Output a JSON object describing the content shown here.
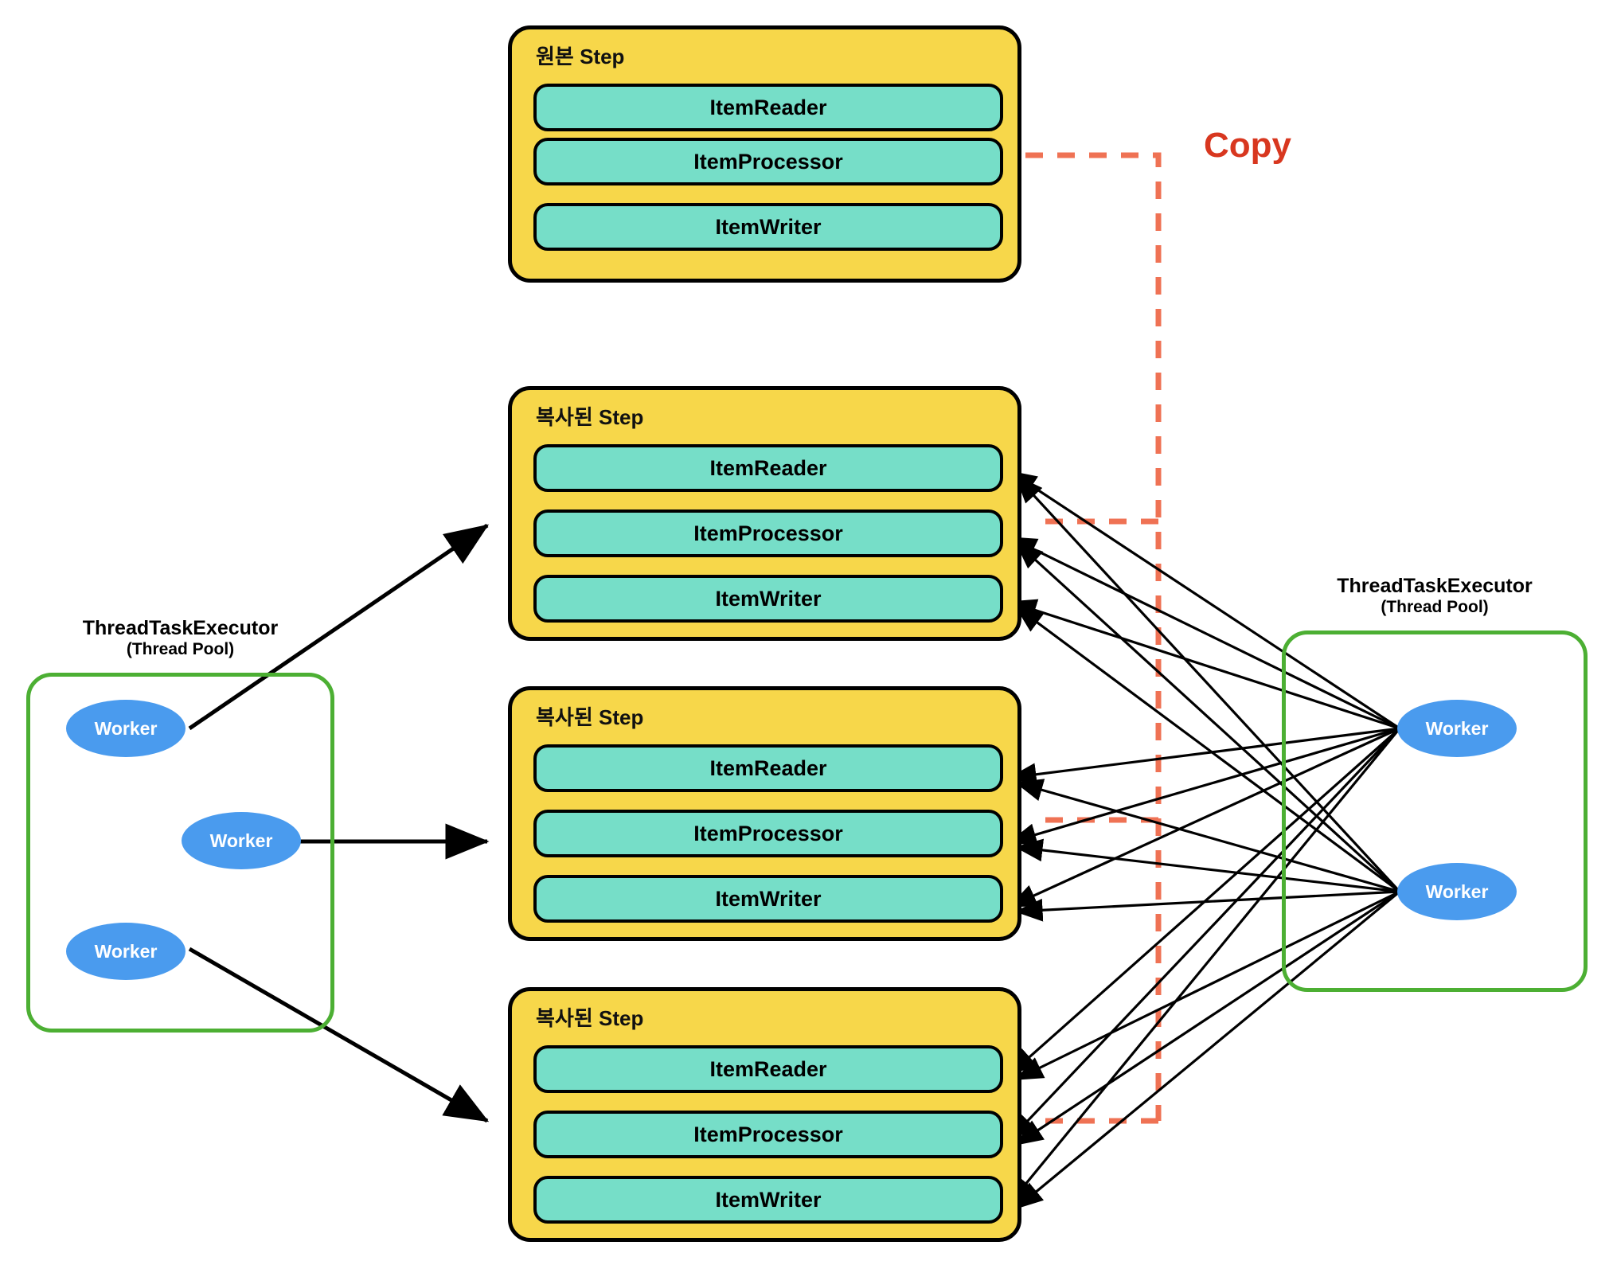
{
  "diagram": {
    "title_note": "Spring Batch multi-threaded step copy diagram",
    "colors": {
      "step_fill": "#f7d74a",
      "slot_fill": "#76dec8",
      "pool_border": "#4caf33",
      "worker_fill": "#4a9bee",
      "copy_dash": "#ef7254",
      "copy_text": "#d8371f",
      "outline": "#000000"
    }
  },
  "original_step": {
    "title": "원본 Step",
    "slots": [
      "ItemReader",
      "ItemProcessor",
      "ItemWriter"
    ]
  },
  "copied_steps": [
    {
      "title": "복사된 Step",
      "slots": [
        "ItemReader",
        "ItemProcessor",
        "ItemWriter"
      ]
    },
    {
      "title": "복사된 Step",
      "slots": [
        "ItemReader",
        "ItemProcessor",
        "ItemWriter"
      ]
    },
    {
      "title": "복사된 Step",
      "slots": [
        "ItemReader",
        "ItemProcessor",
        "ItemWriter"
      ]
    }
  ],
  "copy_connector": {
    "label": "Copy"
  },
  "left_pool": {
    "title": "ThreadTaskExecutor",
    "subtitle": "(Thread Pool)",
    "workers": [
      "Worker",
      "Worker",
      "Worker"
    ]
  },
  "right_pool": {
    "title": "ThreadTaskExecutor",
    "subtitle": "(Thread Pool)",
    "workers": [
      "Worker",
      "Worker"
    ]
  }
}
